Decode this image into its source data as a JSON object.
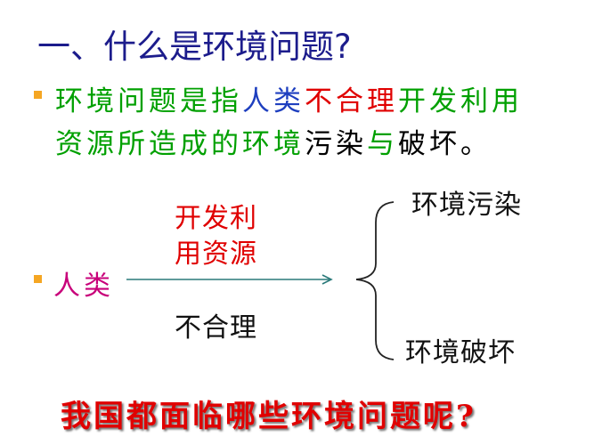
{
  "title": "一、什么是环境问题?",
  "definition": {
    "line1": [
      {
        "text": "环境问题是指",
        "color": "green"
      },
      {
        "text": "人类",
        "color": "blue"
      },
      {
        "text": "不合理",
        "color": "red"
      },
      {
        "text": "开发利用",
        "color": "green"
      }
    ],
    "line2": [
      {
        "text": "资源所造成的环境",
        "color": "green"
      },
      {
        "text": "污染",
        "color": "black"
      },
      {
        "text": "与",
        "color": "green"
      },
      {
        "text": "破坏",
        "color": "black"
      },
      {
        "text": "。",
        "color": "black"
      }
    ]
  },
  "diagram": {
    "source": "人类",
    "above_arrow_line1": "开发利",
    "above_arrow_line2": "用资源",
    "below_arrow": "不合理",
    "result_top": "环境污染",
    "result_bottom": "环境破坏"
  },
  "question": "我国都面临哪些环境问题呢?",
  "colors": {
    "title": "#1c1c8c",
    "bullet": "#f5a623",
    "green": "#00a000",
    "blue": "#1e3fbf",
    "red": "#e00000",
    "magenta": "#c8007a",
    "arrow": "#2a7a7a"
  }
}
